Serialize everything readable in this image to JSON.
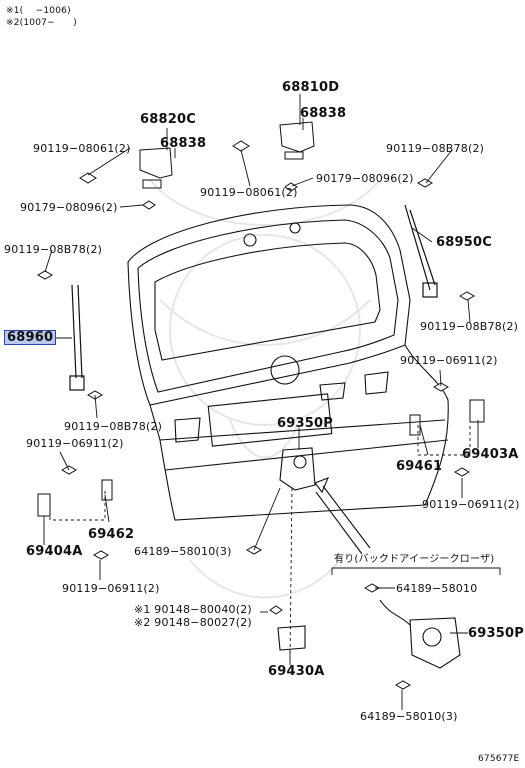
{
  "notes": {
    "line1": "※1(　 −1006)",
    "line2": "※2(1007−　　)"
  },
  "labels": {
    "p68810D": "68810D",
    "p68838_top": "68838",
    "p68820C": "68820C",
    "p68838_left": "68838",
    "p90119_08061_left": "90119−08061(2)",
    "p90119_08B78_topright": "90119−08B78(2)",
    "p90119_08061_mid": "90119−08061(2)",
    "p90179_08096_mid": "90179−08096(2)",
    "p90179_08096_left": "90179−08096(2)",
    "p90119_08B78_left": "90119−08B78(2)",
    "p68950C": "68950C",
    "p68960": "68960",
    "p90119_08B78_right": "90119−08B78(2)",
    "p90119_06911_right": "90119−06911(2)",
    "p90119_08B78_lowleft": "90119−08B78(2)",
    "p69350P": "69350P",
    "p90119_06911_left": "90119−06911(2)",
    "p69403A": "69403A",
    "p69461": "69461",
    "p69462": "69462",
    "p69404A": "69404A",
    "p90119_06911_lowright": "90119−06911(2)",
    "p64189_58010_mid": "64189−58010(3)",
    "p90119_06911_bottom": "90119−06911(2)",
    "opt_header": "有り(バックドアイージークローザ)",
    "p64189_58010_opt": "64189−58010",
    "p69350P_opt": "69350P",
    "p90148_80040": "※1 90148−80040(2)",
    "p90148_80027": "※2 90148−80027(2)",
    "p69430A": "69430A",
    "p64189_58010_bottom": "64189−58010(3)",
    "diagram_id": "675677E"
  }
}
